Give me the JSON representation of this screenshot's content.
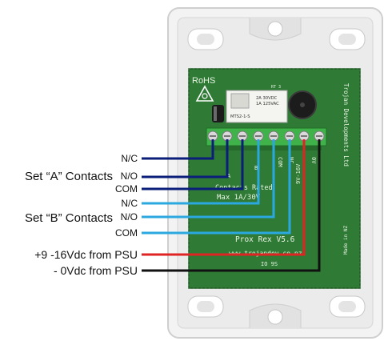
{
  "labels": {
    "set_a": "Set “A” Contacts",
    "set_b": "Set “B” Contacts",
    "a_nc": "N/C",
    "a_no": "N/O",
    "a_com": "COM",
    "b_nc": "N/C",
    "b_no": "N/O",
    "b_com": "COM",
    "psu_pos": "+9 -16Vdc from PSU",
    "psu_neg": "- 0Vdc from PSU"
  },
  "board": {
    "rohs": "RoHS",
    "model": "Prox Rex V5.6",
    "website": "www.trojandev.co.nz",
    "maker": "Trojan Developments Ltd",
    "made_in": "Made in NZ",
    "rating_1": "Contacts Rated",
    "rating_2": "Max 1A/30V",
    "relay_top": "RT 3",
    "relay_line1": "2A 30VDC",
    "relay_line2": "1A 125VAC",
    "relay_part": "MTS2-1-S",
    "term_com": "COM",
    "term_nc": "NC",
    "term_volt": "9V-16V",
    "term_zero": "0V",
    "term_a": "A",
    "term_b": "B"
  },
  "colors": {
    "set_a_wire": "#0b1f7a",
    "set_b_wire": "#2aa8df",
    "positive_wire": "#e02424",
    "negative_wire": "#111111",
    "pcb": "#2f7a35"
  }
}
